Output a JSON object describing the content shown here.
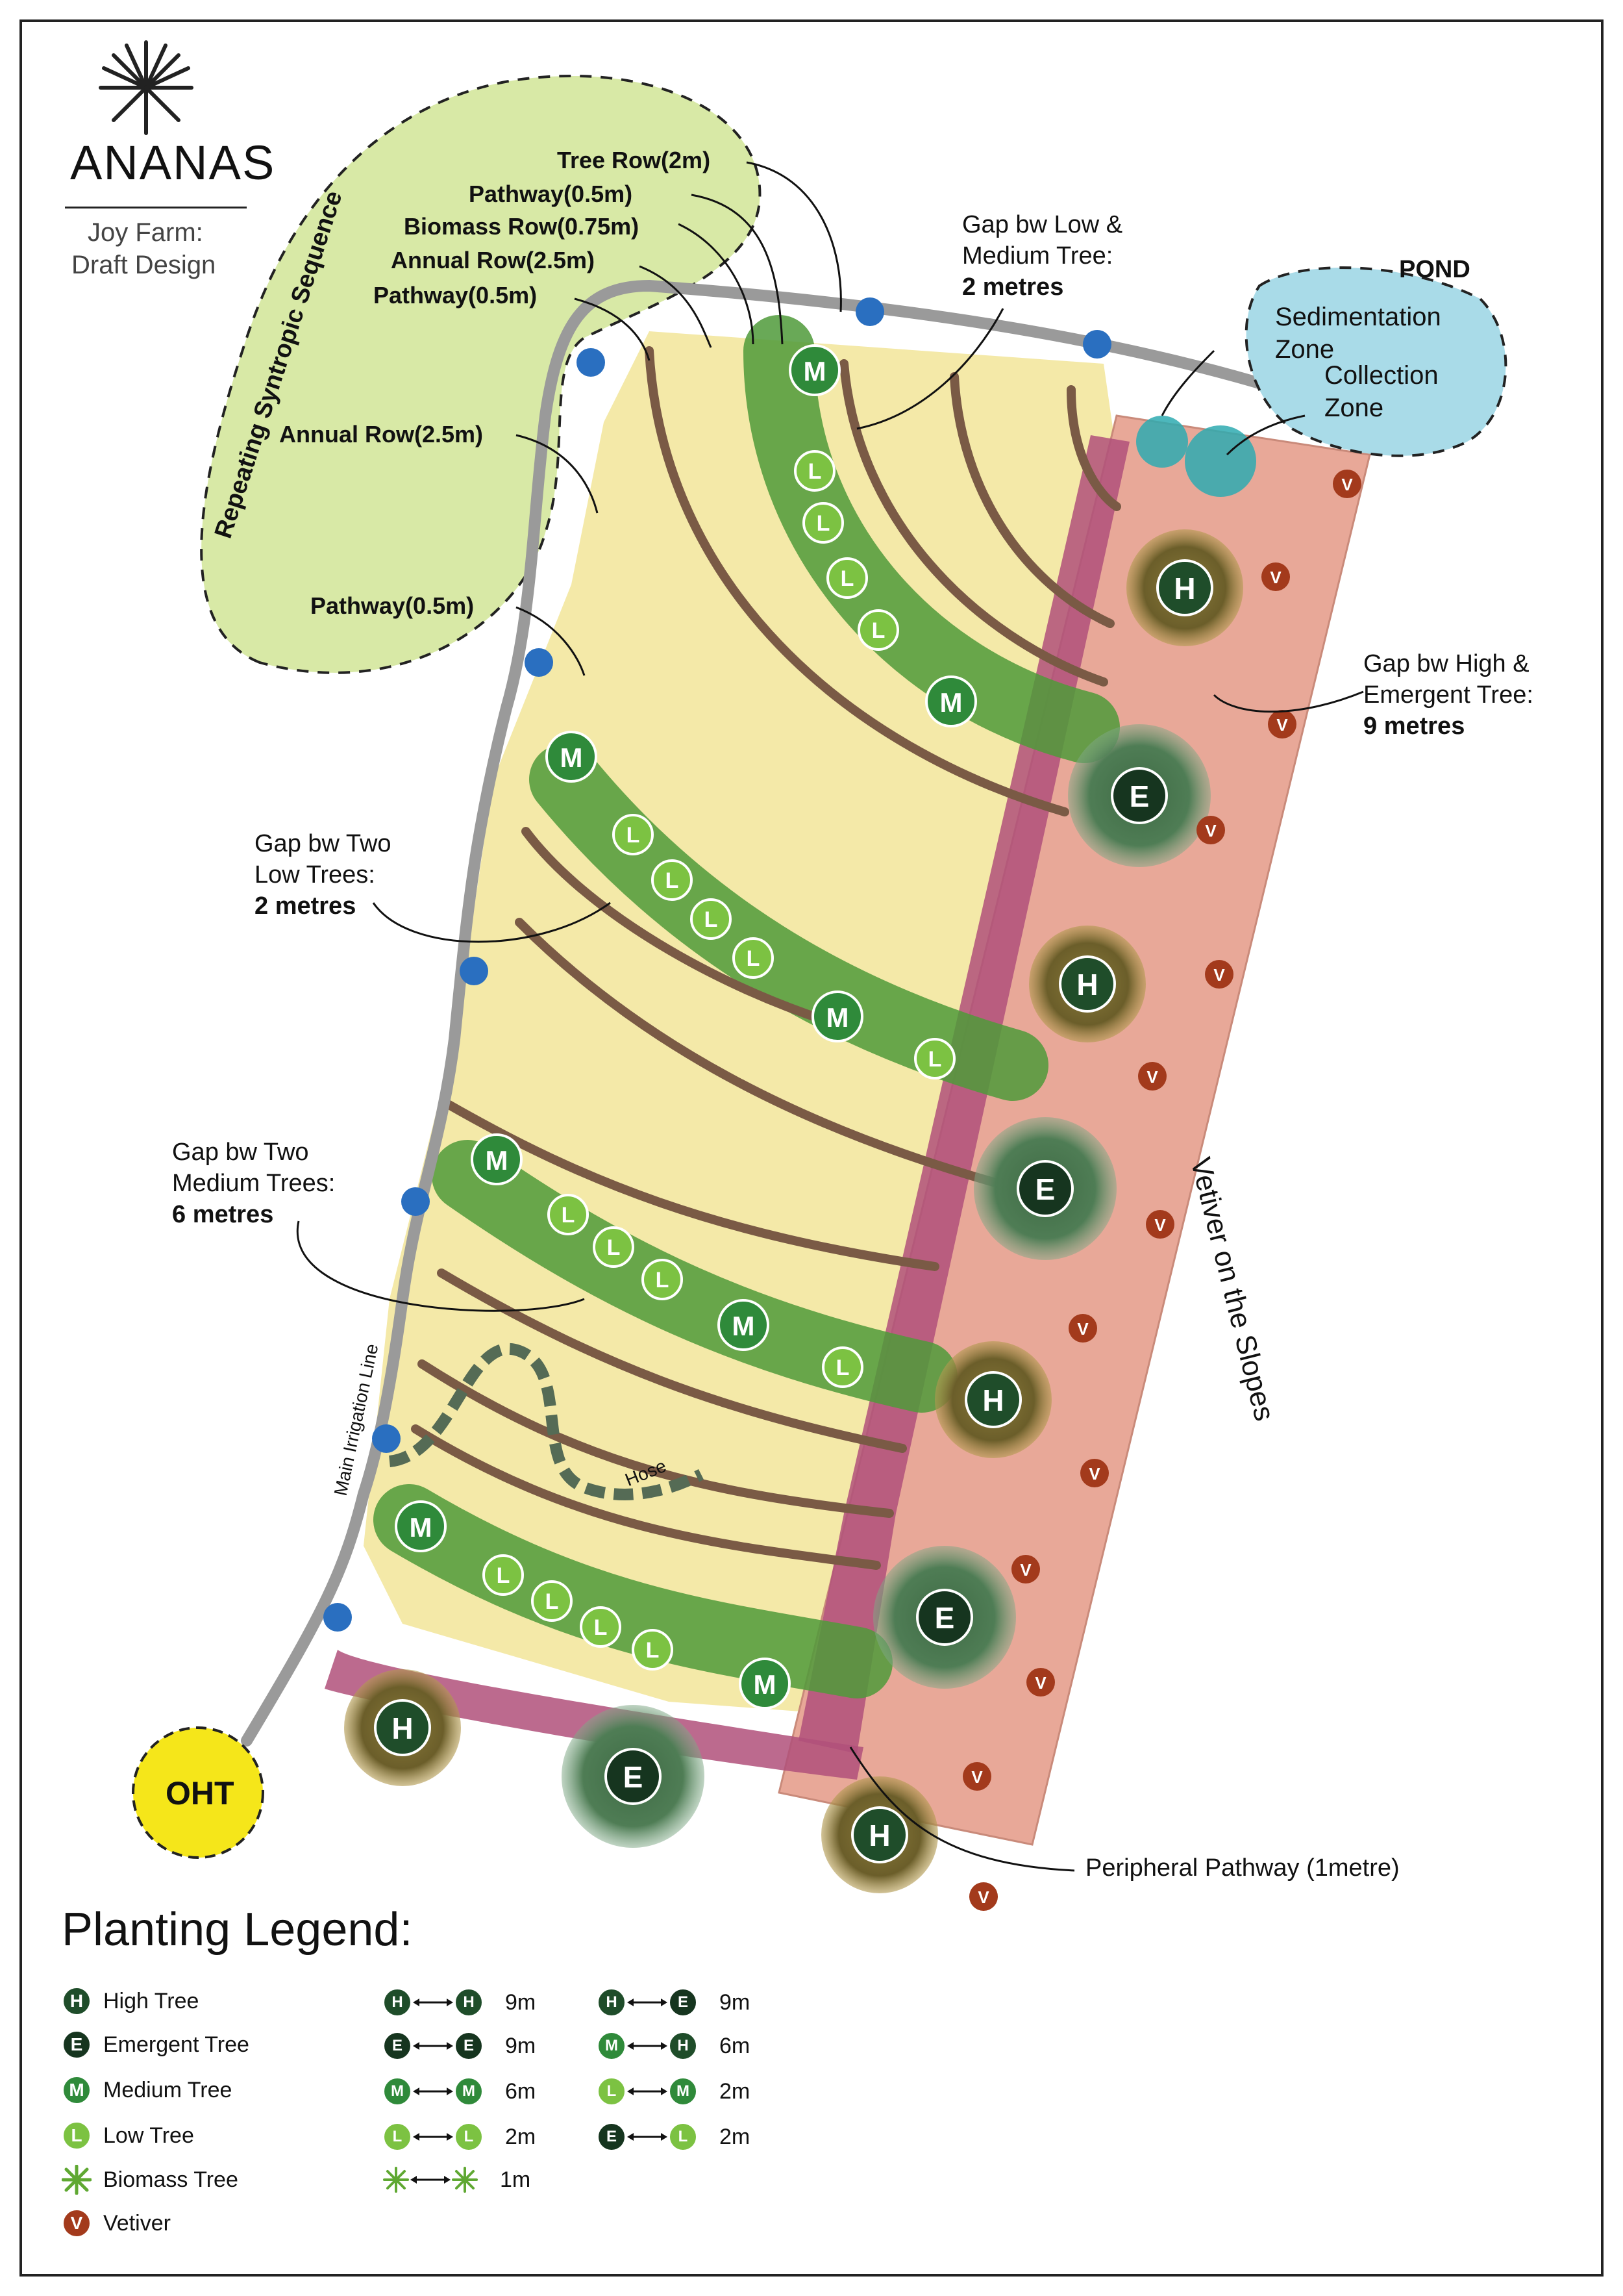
{
  "brand": {
    "name": "ANANAS",
    "subtitle_line1": "Joy Farm:",
    "subtitle_line2": "Draft Design"
  },
  "sequence_label": "Repeating Syntropic Sequence",
  "row_labels": {
    "tree_row": "Tree Row(2m)",
    "pathway_1": "Pathway(0.5m)",
    "biomass_row": "Biomass Row(0.75m)",
    "annual_row_1": "Annual Row(2.5m)",
    "pathway_2": "Pathway(0.5m)",
    "annual_row_2": "Annual Row(2.5m)",
    "pathway_3": "Pathway(0.5m)"
  },
  "annotations": {
    "gap_low_medium": {
      "line1": "Gap bw Low &",
      "line2": "Medium Tree:",
      "value": "2 metres"
    },
    "gap_high_emergent": {
      "line1": "Gap bw High &",
      "line2": "Emergent Tree:",
      "value": "9 metres"
    },
    "gap_two_low": {
      "line1": "Gap bw Two",
      "line2": "Low Trees:",
      "value": "2 metres"
    },
    "gap_two_medium": {
      "line1": "Gap bw Two",
      "line2": "Medium Trees:",
      "value": "6 metres"
    },
    "peripheral_pathway": "Peripheral Pathway (1metre)",
    "vetiver_slopes": "Vetiver on the Slopes",
    "irrigation_line": "Main Irrigation Line",
    "hose": "Hose",
    "oht": "OHT"
  },
  "pond": {
    "title": "POND",
    "zone1_line1": "Sedimentation",
    "zone1_line2": "Zone",
    "zone2_line1": "Collection",
    "zone2_line2": "Zone"
  },
  "legend": {
    "title": "Planting Legend:",
    "items": [
      {
        "symbol": "H",
        "label": "High Tree",
        "color": "#1f4d2a"
      },
      {
        "symbol": "E",
        "label": "Emergent Tree",
        "color": "#16351f"
      },
      {
        "symbol": "M",
        "label": "Medium Tree",
        "color": "#2f8a3a"
      },
      {
        "symbol": "L",
        "label": "Low Tree",
        "color": "#7cc242"
      },
      {
        "symbol": "",
        "label": "Biomass Tree",
        "color": "#5fa832"
      },
      {
        "symbol": "V",
        "label": "Vetiver",
        "color": "#a33a1c"
      }
    ],
    "distances_left": [
      {
        "a": "H",
        "b": "H",
        "dist": "9m"
      },
      {
        "a": "E",
        "b": "E",
        "dist": "9m"
      },
      {
        "a": "M",
        "b": "M",
        "dist": "6m"
      },
      {
        "a": "L",
        "b": "L",
        "dist": "2m"
      },
      {
        "a": "",
        "b": "",
        "dist": "1m"
      }
    ],
    "distances_right": [
      {
        "a": "H",
        "b": "E",
        "dist": "9m"
      },
      {
        "a": "M",
        "b": "H",
        "dist": "6m"
      },
      {
        "a": "L",
        "b": "M",
        "dist": "2m"
      },
      {
        "a": "E",
        "b": "L",
        "dist": "2m"
      }
    ]
  },
  "colors": {
    "annual_bed": "#f4e9a8",
    "tree_row": "#4f9a3a",
    "pathway": "#7a5a45",
    "vetiver_strip": "#e8a898",
    "peripheral_path": "#b0507a",
    "pond": "#a9dbe8",
    "sequence_blob": "#d8e9a6",
    "oht": "#f5e61a",
    "irrigation": "#9a9a9a",
    "valve": "#2a6fc0"
  }
}
